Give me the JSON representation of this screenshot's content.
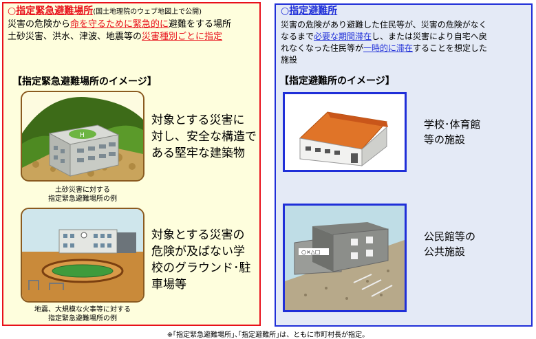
{
  "left": {
    "heading_mark": "○",
    "heading": "指定緊急避難場所",
    "heading_note": "(国土地理院のウェブ地図上で公開)",
    "desc1_a": "災害の危険から",
    "desc1_b": "命を守るために緊急的に",
    "desc1_c": "避難をする場所",
    "desc2_a": "土砂災害、洪水、津波、地震等の",
    "desc2_b": "災害種別ごとに指定",
    "image_title": "【指定緊急避難場所のイメージ】",
    "item1_text": [
      "対象とする災害に",
      "対し、安全な構造で",
      "ある堅牢な建築物"
    ],
    "item1_caption": [
      "土砂災害に対する",
      "指定緊急避難場所の例"
    ],
    "helipad_label": "H",
    "item2_text": [
      "対象とする災害の",
      "危険が及ばない学",
      "校のグラウンド･駐",
      "車場等"
    ],
    "item2_caption": [
      "地震、大規模な火事等に対する",
      "指定緊急避難場所の例"
    ]
  },
  "right": {
    "heading_mark": "○",
    "heading": "指定避難所",
    "line1": "災害の危険があり避難した住民等が、災害の危険がなく",
    "line2_a": "なるまで",
    "line2_b": "必要な期間滞在",
    "line2_c": "し、または災害により自宅へ戻",
    "line3_a": "れなくなった住民等が",
    "line3_b": "一時的に滞在",
    "line3_c": "することを想定した",
    "line4": "施設",
    "image_title": "【指定避難所のイメージ】",
    "item1_text": [
      "学校･体育館",
      "等の施設"
    ],
    "item2_text": [
      "公民館等の",
      "公共施設"
    ],
    "sign_label": "○×△□"
  },
  "footnote": "※｢指定緊急避難場所｣､｢指定避難所｣は、ともに市町村長が指定。",
  "colors": {
    "red": "#e8101a",
    "blue": "#1f2fd8",
    "left_bg": "#fefedd",
    "right_bg": "#e4eaf6"
  }
}
